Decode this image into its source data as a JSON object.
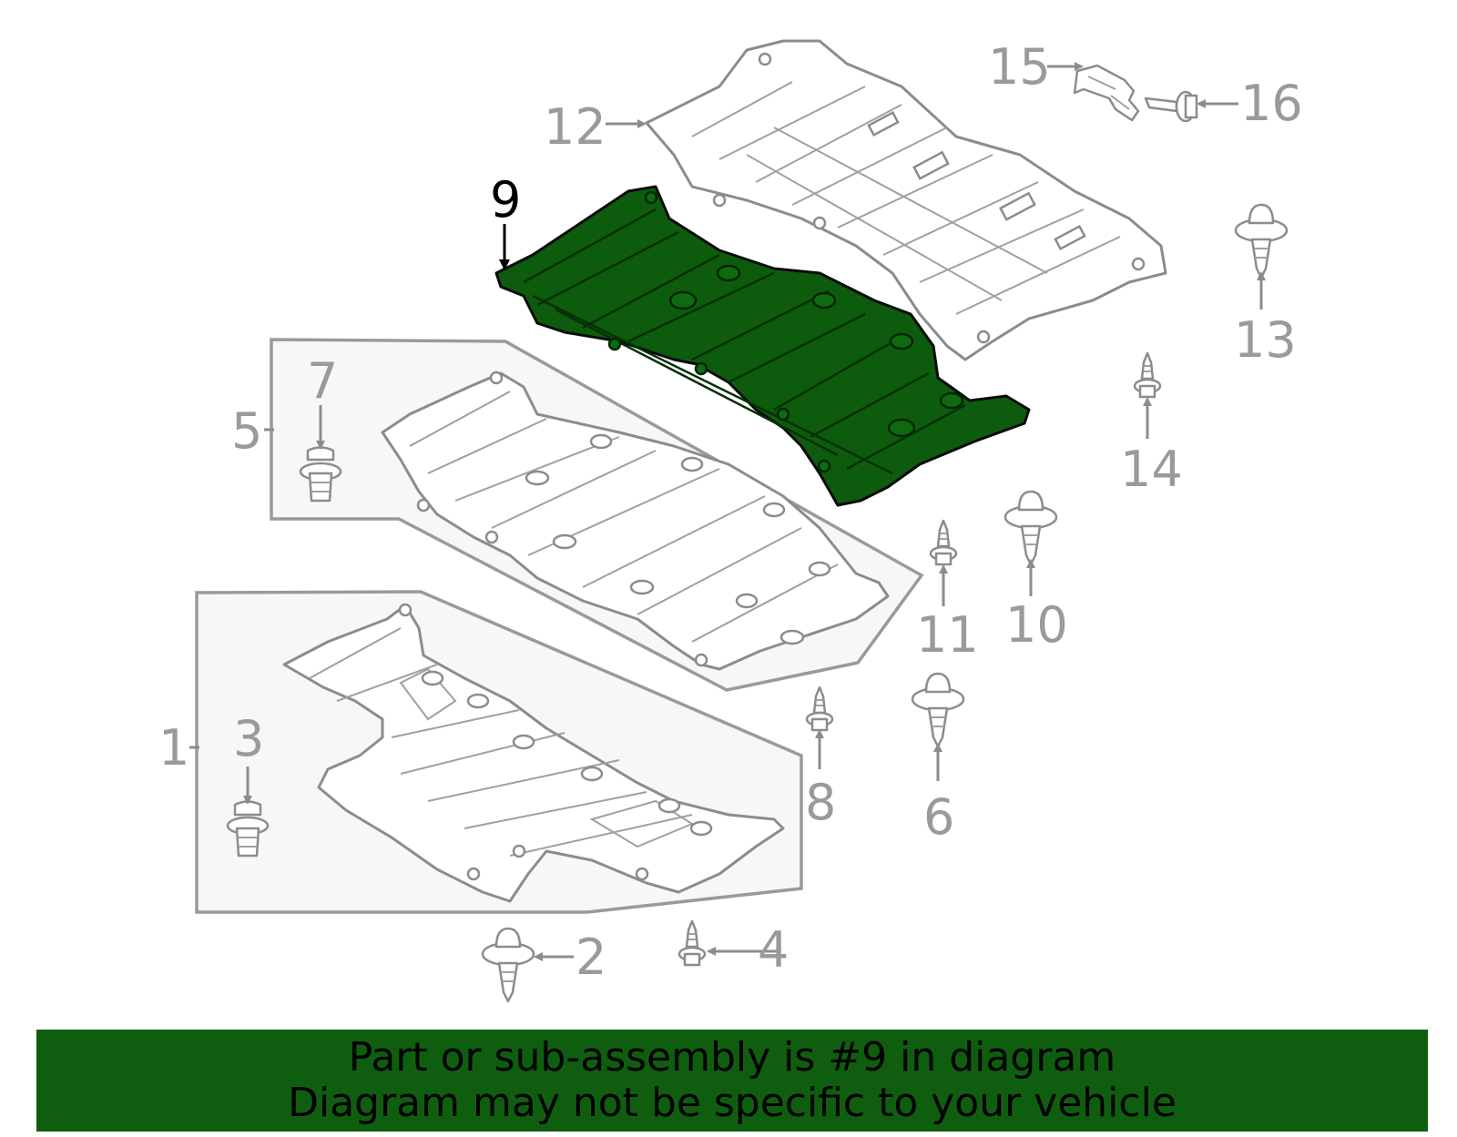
{
  "diagram": {
    "callouts": {
      "c1": "1",
      "c2": "2",
      "c3": "3",
      "c4": "4",
      "c5": "5",
      "c6": "6",
      "c7": "7",
      "c8": "8",
      "c9": "9",
      "c10": "10",
      "c11": "11",
      "c12": "12",
      "c13": "13",
      "c14": "14",
      "c15": "15",
      "c16": "16"
    },
    "highlighted_part": "9",
    "highlight_color": "#0d5c0d",
    "line_color": "#8c8c8c"
  },
  "banner": {
    "line1": "Part or sub-assembly is #9 in diagram",
    "line2": "Diagram may not be specific to your vehicle",
    "background": "#0f5e0f"
  }
}
